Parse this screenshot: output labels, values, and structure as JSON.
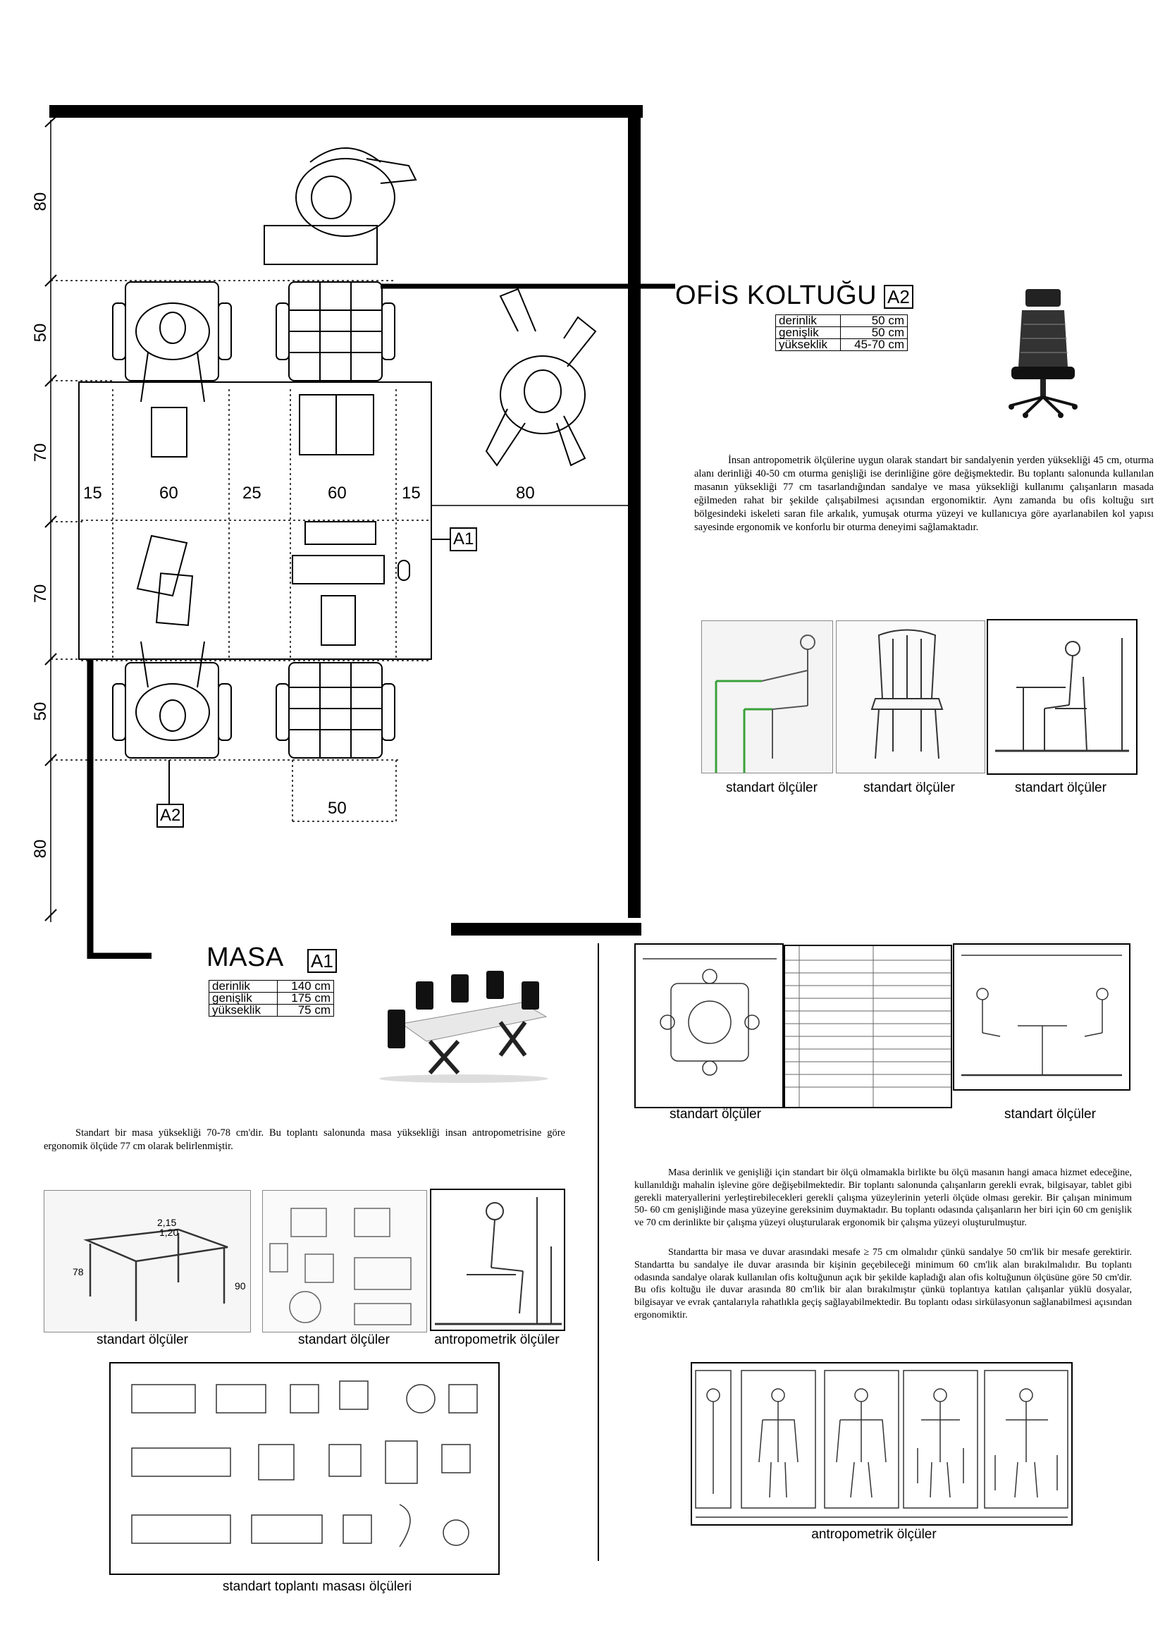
{
  "plan": {
    "row_labels": [
      "80",
      "50",
      "70",
      "70",
      "50",
      "80"
    ],
    "col_labels": [
      "15",
      "60",
      "25",
      "60",
      "15",
      "80"
    ],
    "chair_width": "50",
    "tag_a1": "A1",
    "tag_a2": "A2"
  },
  "chair": {
    "title": "OFİS KOLTUĞU",
    "tag": "A2",
    "specs": [
      {
        "label": "derinlik",
        "value": "50 cm"
      },
      {
        "label": "genişlik",
        "value": "50 cm"
      },
      {
        "label": "yükseklik",
        "value": "45-70 cm"
      }
    ],
    "paragraph": "İnsan antropometrik ölçülerine uygun olarak standart bir sandalyenin yerden yüksekliği 45 cm, oturma alanı derinliği 40-50 cm oturma genişliği ise derinliğine göre değişmektedir. Bu toplantı salonunda kullanılan masanın yüksekliği 77 cm tasarlandığından sandalye ve masa yüksekliği kullanımı çalışanların masada eğilmeden rahat bir şekilde çalışabilmesi açısından ergonomiktir. Aynı zamanda bu ofis koltuğu sırt bölgesindeki iskeleti saran file arkalık, yumuşak oturma yüzeyi ve kullanıcıya göre ayarlanabilen kol yapısı sayesinde ergonomik ve konforlu bir oturma deneyimi sağlamaktadır.",
    "captions": [
      "standart ölçüler",
      "standart ölçüler",
      "standart ölçüler"
    ]
  },
  "table": {
    "title": "MASA",
    "tag": "A1",
    "specs": [
      {
        "label": "derinlik",
        "value": "140 cm"
      },
      {
        "label": "genişlik",
        "value": "175 cm"
      },
      {
        "label": "yükseklik",
        "value": "75 cm"
      }
    ],
    "paragraph": "Standart bir masa yüksekliği 70-78 cm'dir. Bu toplantı salonunda masa yüksekliği insan antropometrisine göre ergonomik ölçüde 77 cm olarak belirlenmiştir.",
    "captions": [
      "standart  ölçüler",
      "standart ölçüler",
      "antropometrik ölçüler"
    ],
    "bottom_caption": "standart toplantı masası ölçüleri"
  },
  "right": {
    "captions": [
      "standart ölçüler",
      "standart ölçüler"
    ],
    "paragraph1": "Masa derinlik ve genişliği için standart bir ölçü olmamakla birlikte bu ölçü masanın hangi amaca hizmet edeceğine, kullanıldığı mahalin işlevine göre değişebilmektedir. Bir toplantı salonunda çalışanların gerekli evrak, bilgisayar, tablet gibi gerekli materyallerini yerleştirebilecekleri gerekli çalışma yüzeylerinin yeterli ölçüde olması gerekir. Bir çalışan minimum 50- 60 cm genişliğinde masa yüzeyine gereksinim duymaktadır. Bu toplantı odasında çalışanların her biri için 60 cm genişlik ve 70 cm derinlikte bir çalışma yüzeyi oluşturularak ergonomik bir çalışma yüzeyi oluşturulmuştur.",
    "paragraph2": "Standartta bir masa ve duvar arasındaki mesafe ≥ 75 cm olmalıdır çünkü sandalye 50 cm'lik bir mesafe gerektirir. Standartta bu sandalye ile duvar arasında bir kişinin geçebileceği minimum 60 cm'lik alan bırakılmalıdır. Bu toplantı odasında sandalye olarak kullanılan ofis koltuğunun açık bir şekilde kapladığı alan ofis koltuğunun ölçüsüne göre 50 cm'dir. Bu ofis koltuğu ile duvar arasında 80 cm'lik bir alan bırakılmıştır çünkü toplantıya katılan çalışanlar yüklü dosyalar, bilgisayar ve evrak çantalarıyla rahatlıkla geçiş sağlayabilmektedir. Bu toplantı odası sirkülasyonun sağlanabilmesi açısından ergonomiktir.",
    "bottom_caption": "antropometrik ölçüler"
  },
  "colors": {
    "ink": "#000000",
    "figure_bg": "#f4f4f4",
    "green_line": "#3aa23a"
  }
}
